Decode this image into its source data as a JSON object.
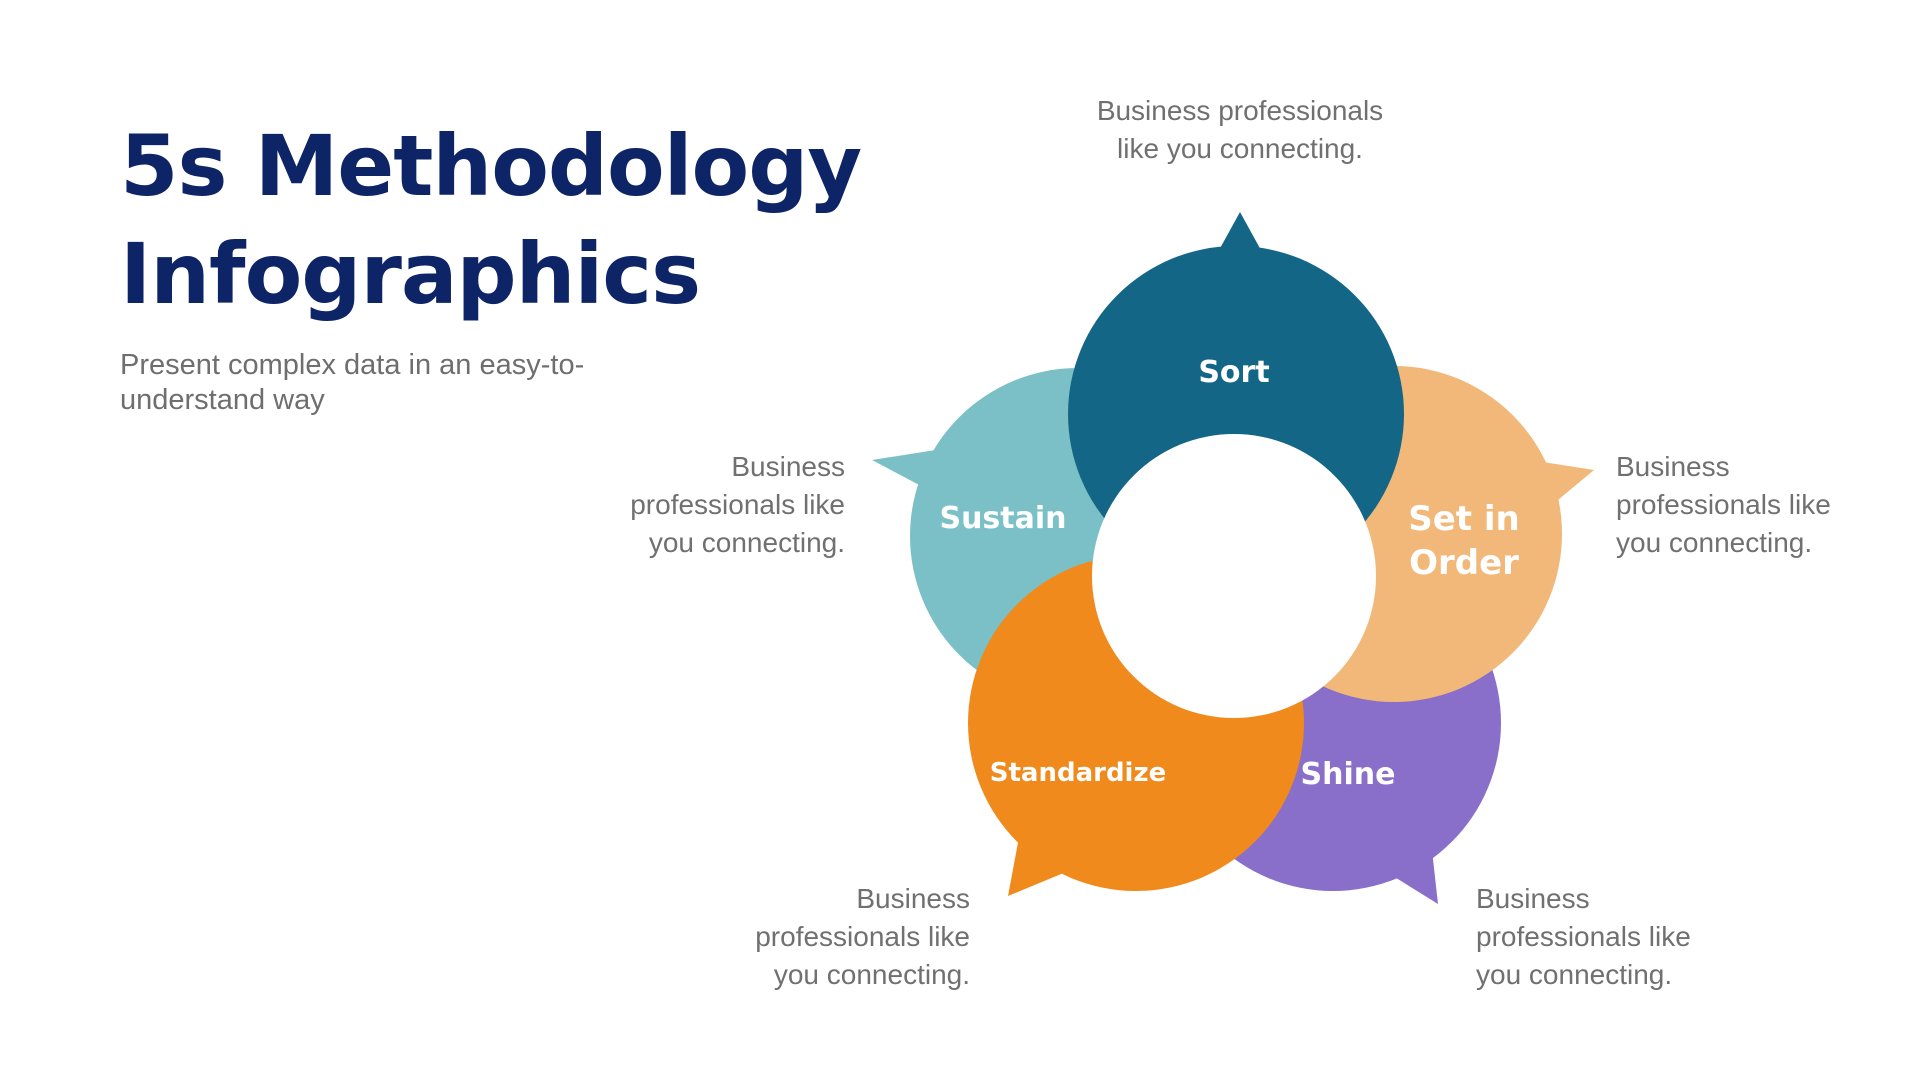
{
  "slide": {
    "title_line1": "5s Methodology",
    "title_line2": "Infographics",
    "subtitle": "Present complex data in an easy-to-understand way"
  },
  "diagram": {
    "petals": [
      {
        "label": "Sort",
        "color": "#146686"
      },
      {
        "label_line1": "Set in",
        "label_line2": "Order",
        "color": "#f1b879"
      },
      {
        "label": "Shine",
        "color": "#8a6fca"
      },
      {
        "label": "Standardize",
        "color": "#f08a1c"
      },
      {
        "label": "Sustain",
        "color": "#7bc0c6"
      }
    ],
    "notes": {
      "top": "Business professionals\nlike you connecting.",
      "left": "Business\nprofessionals like\nyou connecting.",
      "right": "Business\nprofessionals like\nyou connecting.",
      "bottom_left": "Business\nprofessionals like\nyou connecting.",
      "bottom_right": "Business\nprofessionals like\nyou connecting."
    }
  },
  "colors": {
    "title": "#0d2466",
    "body_text": "#6e6e6e",
    "center": "#ffffff"
  }
}
